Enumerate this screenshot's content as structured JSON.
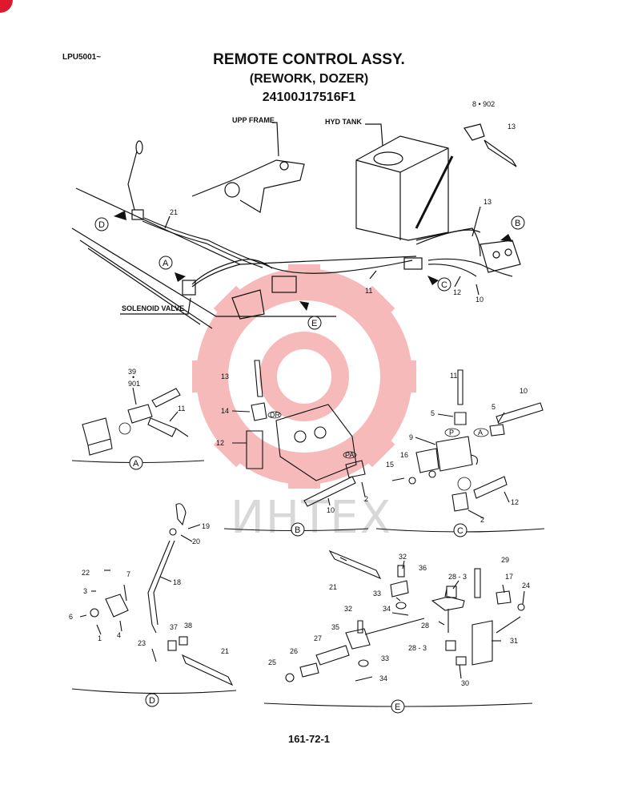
{
  "header": {
    "doc_code": "LPU5001~",
    "title": "REMOTE CONTROL ASSY.",
    "subtitle": "(REWORK, DOZER)",
    "part_number": "24100J17516F1"
  },
  "footer": {
    "page_number": "161-72-1"
  },
  "watermark": {
    "text": "ИНТЕХ",
    "color": "#e63b3b"
  },
  "labels": {
    "upp_frame": "UPP FRAME",
    "hyd_tank": "HYD TANK",
    "solenoid_valve": "SOLENOID VALVE"
  },
  "view_markers": [
    "A",
    "B",
    "C",
    "D",
    "E"
  ],
  "callouts": {
    "main": [
      "8 • 902",
      "13",
      "21",
      "13",
      "11",
      "12",
      "10"
    ],
    "a": [
      "39",
      "•",
      "901",
      "11"
    ],
    "b": [
      "13",
      "14",
      "12",
      "10",
      "2",
      "DR",
      "PA"
    ],
    "c": [
      "11",
      "5",
      "5",
      "10",
      "9",
      "15",
      "16",
      "12",
      "2",
      "P",
      "A"
    ],
    "d": [
      "19",
      "20",
      "18",
      "22",
      "7",
      "3",
      "6",
      "1",
      "4",
      "23",
      "37",
      "38",
      "21"
    ],
    "e": [
      "32",
      "36",
      "21",
      "28 - 3",
      "29",
      "17",
      "24",
      "33",
      "34",
      "32",
      "28",
      "35",
      "27",
      "26",
      "28 - 3",
      "33",
      "31",
      "25",
      "34",
      "30"
    ]
  }
}
